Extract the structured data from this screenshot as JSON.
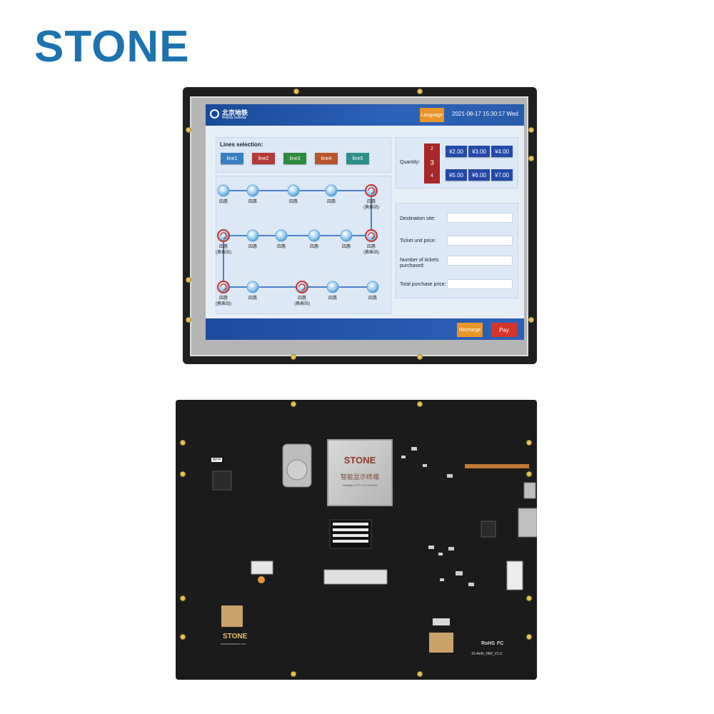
{
  "brand": "STONE",
  "header": {
    "logo_cn": "北京地铁",
    "logo_en": "Beijing Subway",
    "language_label": "Language",
    "datetime": "2021-08-17 15:30:17 Wed"
  },
  "lines": {
    "title": "Lines selection:",
    "buttons": [
      {
        "label": "line1",
        "color": "#3a7fc1"
      },
      {
        "label": "line2",
        "color": "#b23a3a"
      },
      {
        "label": "line3",
        "color": "#2d8a3e"
      },
      {
        "label": "line4",
        "color": "#b8562b"
      },
      {
        "label": "line5",
        "color": "#2f8f8a"
      }
    ]
  },
  "map": {
    "station_label": "四惠",
    "transfer_label": "(换乘站)"
  },
  "quantity": {
    "label": "Quantity:",
    "values": [
      "2",
      "3",
      "4"
    ],
    "prices": [
      "¥2.00",
      "¥3.00",
      "¥4.00",
      "¥5.00",
      "¥6.00",
      "¥7.00"
    ]
  },
  "form": {
    "destination_label": "Destination site:",
    "unit_price_label": "Ticket unit price:",
    "tickets_label": "Number of tickets purchased:",
    "total_label": "Total purchase price:",
    "destination_value": "",
    "unit_price_value": "",
    "tickets_value": "",
    "total_value": ""
  },
  "footer": {
    "recharge_label": "Recharge",
    "pay_label": "Pay"
  },
  "board": {
    "chip_brand": "STONE",
    "chip_cn": "智能显示终端",
    "chip_en": "Intelligent TFT-LCD Module",
    "wifi_label": "Wi Fi",
    "brand": "STONE",
    "url": "www.stonetech.com",
    "version": "10.4inth_HMI_V1.0",
    "cert_rohs": "RoHS",
    "cert_fc": "FC"
  },
  "colors": {
    "brand_blue": "#1e72ad",
    "header_blue": "#2c62b8",
    "accent_orange": "#e8952a",
    "pay_red": "#d7342c",
    "price_blue": "#2449a8",
    "quantity_red": "#a72828"
  }
}
